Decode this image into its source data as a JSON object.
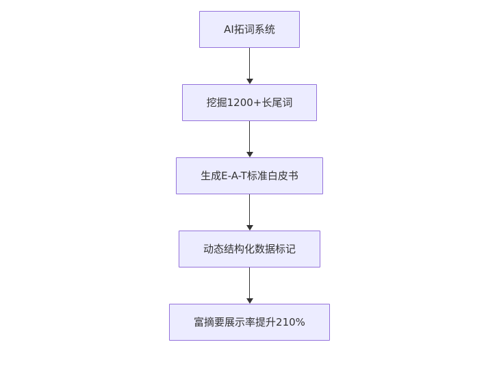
{
  "diagram": {
    "type": "flowchart",
    "direction": "top-down",
    "nodes": [
      {
        "id": "node-1",
        "label": "AI拓词系统"
      },
      {
        "id": "node-2",
        "label": "挖掘1200+长尾词"
      },
      {
        "id": "node-3",
        "label": "生成E-A-T标准白皮书"
      },
      {
        "id": "node-4",
        "label": "动态结构化数据标记"
      },
      {
        "id": "node-5",
        "label": "富摘要展示率提升210%"
      }
    ],
    "edges": [
      {
        "from": "node-1",
        "to": "node-2"
      },
      {
        "from": "node-2",
        "to": "node-3"
      },
      {
        "from": "node-3",
        "to": "node-4"
      },
      {
        "from": "node-4",
        "to": "node-5"
      }
    ],
    "colors": {
      "node_fill": "#ECECFF",
      "node_border": "#9370DB",
      "arrow": "#333333",
      "text": "#333333",
      "background": "#FFFFFF"
    }
  }
}
